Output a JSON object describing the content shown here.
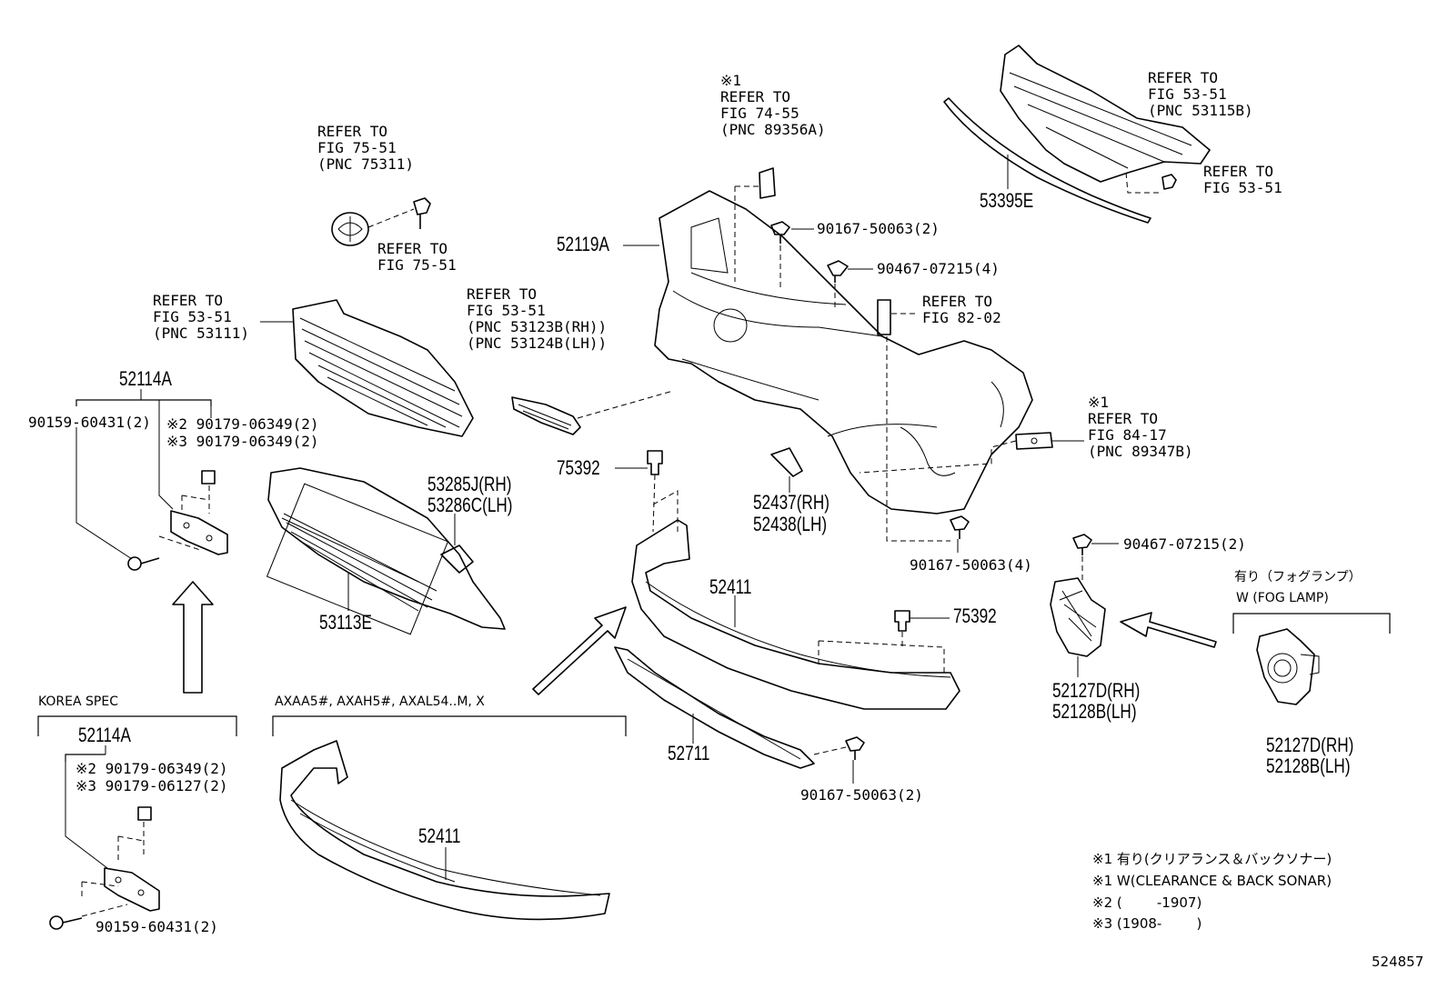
{
  "diagram_id": "524857",
  "refs": {
    "grille_emblem": [
      "REFER TO",
      "FIG 75-51",
      "(PNC 75311)"
    ],
    "emblem_fastener": [
      "REFER TO",
      "FIG 75-51"
    ],
    "upper_grille": [
      "REFER TO",
      "FIG 53-51",
      "(PNC 53111)"
    ],
    "sensor_bracket_top": [
      "※1",
      "REFER TO",
      "FIG 74-55",
      "(PNC 89356A)"
    ],
    "lower_grille_mould": [
      "REFER TO",
      "FIG 53-51",
      "(PNC 53123B(RH))",
      "(PNC 53124B(LH))"
    ],
    "radiator_support": [
      "REFER TO",
      "FIG 53-51",
      "(PNC 53115B)"
    ],
    "radiator_fastener": [
      "REFER TO",
      "FIG 53-51"
    ],
    "headlamp_washer": [
      "REFER TO",
      "FIG 82-02"
    ],
    "sensor_bracket_side": [
      "※1",
      "REFER TO",
      "FIG 84-17",
      "(PNC 89347B)"
    ]
  },
  "parts": {
    "p52119A": "52119A",
    "p53395E": "53395E",
    "p52114A_top": "52114A",
    "p52114A_bottom": "52114A",
    "p53285J": "53285J(RH)",
    "p53286C": "53286C(LH)",
    "p53113E": "53113E",
    "p75392_a": "75392",
    "p75392_b": "75392",
    "p52437": "52437(RH)",
    "p52438": "52438(LH)",
    "p52411_a": "52411",
    "p52411_b": "52411",
    "p52711": "52711",
    "p52127D_a": "52127D(RH)",
    "p52128B_a": "52128B(LH)",
    "p52127D_b": "52127D(RH)",
    "p52128B_b": "52128B(LH)"
  },
  "fasteners": {
    "f90167_50063_2_top": "90167-50063(2)",
    "f90467_07215_4": "90467-07215(4)",
    "f90159_60431_2_top": "90159-60431(2)",
    "f90179_06349_2_a": "※2 90179-06349(2)",
    "f90179_06349_2_b": "※3 90179-06349(2)",
    "f90167_50063_4": "90167-50063(4)",
    "f90467_07215_2": "90467-07215(2)",
    "f90179_06349_2_c": "※2 90179-06349(2)",
    "f90179_06127_2": "※3 90179-06127(2)",
    "f90159_60431_2_bottom": "90159-60431(2)",
    "f90167_50063_2_bottom": "90167-50063(2)"
  },
  "groups": {
    "korea_spec": "KOREA SPEC",
    "axaa": "AXAA5#, AXAH5#, AXAL54..M, X",
    "fog_jp": "有り（フォグランプ）",
    "fog_en": "W (FOG LAMP)"
  },
  "notes": [
    "※1 有り(クリアランス＆バックソナー)",
    "※1 W(CLEARANCE & BACK SONAR)",
    "※2 (        -1907)",
    "※3 (1908-        )"
  ]
}
